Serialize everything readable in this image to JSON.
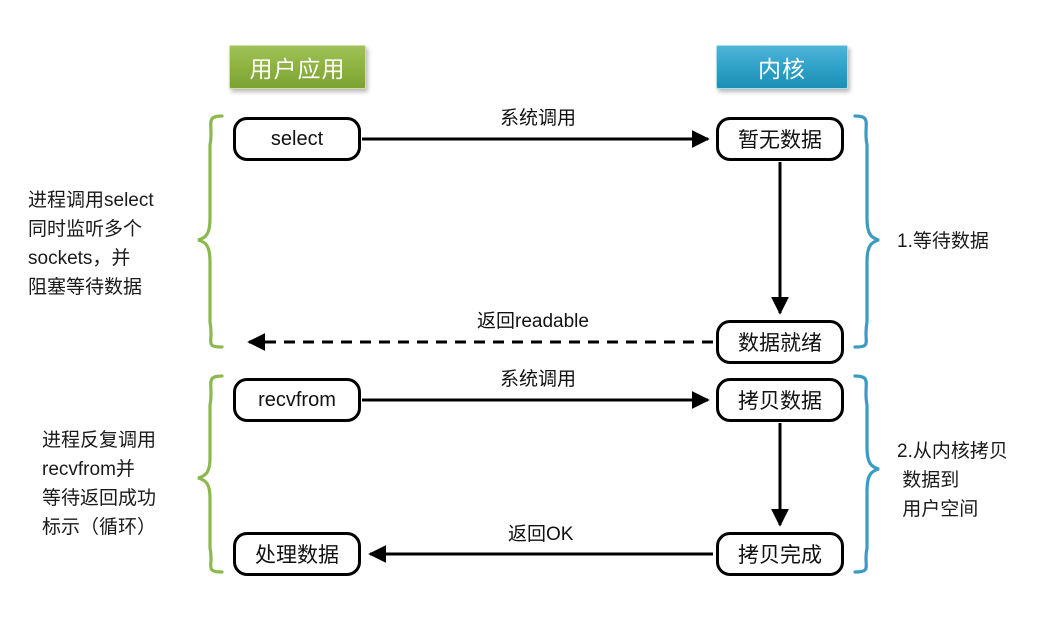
{
  "diagram": {
    "title_user": "用户应用",
    "title_kernel": "内核",
    "colors": {
      "user_green": "#8fb442",
      "kernel_blue": "#30a2c8",
      "brace_green": "#8cb94c",
      "brace_blue": "#3a9cc2",
      "node_border": "#000000",
      "background": "#ffffff"
    },
    "nodes": {
      "select": "select",
      "no_data": "暂无数据",
      "data_ready": "数据就绪",
      "recvfrom": "recvfrom",
      "copy_data": "拷贝数据",
      "copy_done": "拷贝完成",
      "process_data": "处理数据"
    },
    "edge_labels": {
      "syscall_1": "系统调用",
      "return_readable": "返回readable",
      "syscall_2": "系统调用",
      "return_ok": "返回OK"
    },
    "left_notes": {
      "note_1": "进程调用select\n同时监听多个\nsockets，并\n阻塞等待数据",
      "note_2": "进程反复调用\nrecvfrom并\n等待返回成功\n标示（循环）"
    },
    "right_notes": {
      "note_1": "1.等待数据",
      "note_2": "2.从内核拷贝\n 数据到\n 用户空间"
    }
  }
}
